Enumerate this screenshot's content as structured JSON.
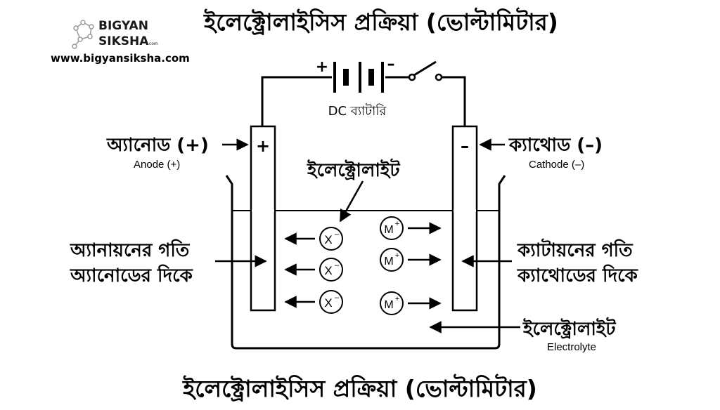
{
  "header": {
    "title": "ইলেক্ট্রোলাইসিস প্রক্রিয়া (ভোল্টামিটার)",
    "logo_text_top": "BIGYAN",
    "logo_text_bottom": "SIKSHA",
    "logo_small": ".com",
    "url": "www.bigyansiksha.com"
  },
  "labels": {
    "battery": "DC ব্যাটারি",
    "battery_plus": "+",
    "battery_minus": "–",
    "anode_bn": "অ্যানোড (+)",
    "anode_en": "Anode (+)",
    "cathode_bn": "ক্যাথোড (–)",
    "cathode_en": "Cathode (–)",
    "anode_sign": "+",
    "cathode_sign": "–",
    "electrolyte_top": "ইলেক্ট্রোলাইট",
    "anion_line1": "অ্যানায়নের গতি",
    "anion_line2": "অ্যানোডের দিকে",
    "cation_line1": "ক্যাটায়নের গতি",
    "cation_line2": "ক্যাথোডের দিকে",
    "electrolyte_bn": "ইলেক্ট্রোলাইট",
    "electrolyte_en": "Electrolyte",
    "anion_symbol": "X",
    "anion_charge": "–",
    "cation_symbol": "M",
    "cation_charge": "+"
  },
  "footer": {
    "title": "ইলেক্ট্রোলাইসিস প্রক্রিয়া (ভোল্টামিটার)"
  }
}
